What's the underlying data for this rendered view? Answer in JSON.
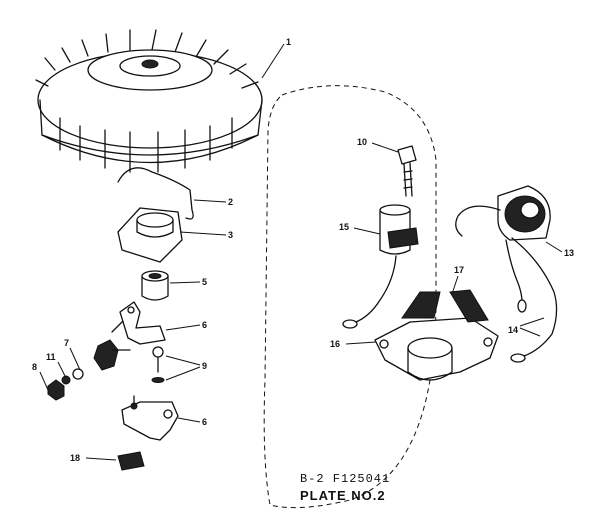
{
  "parts": {
    "p1": "1",
    "p2": "2",
    "p3": "3",
    "p5": "5",
    "p6a": "6",
    "p6b": "6",
    "p7": "7",
    "p8": "8",
    "p9": "9",
    "p10": "10",
    "p11": "11",
    "p13": "13",
    "p14": "14",
    "p15": "15",
    "p16": "16",
    "p17": "17",
    "p18": "18"
  },
  "caption": {
    "ref_code": "B-2  F125041",
    "plate": "PLATE NO.2"
  }
}
